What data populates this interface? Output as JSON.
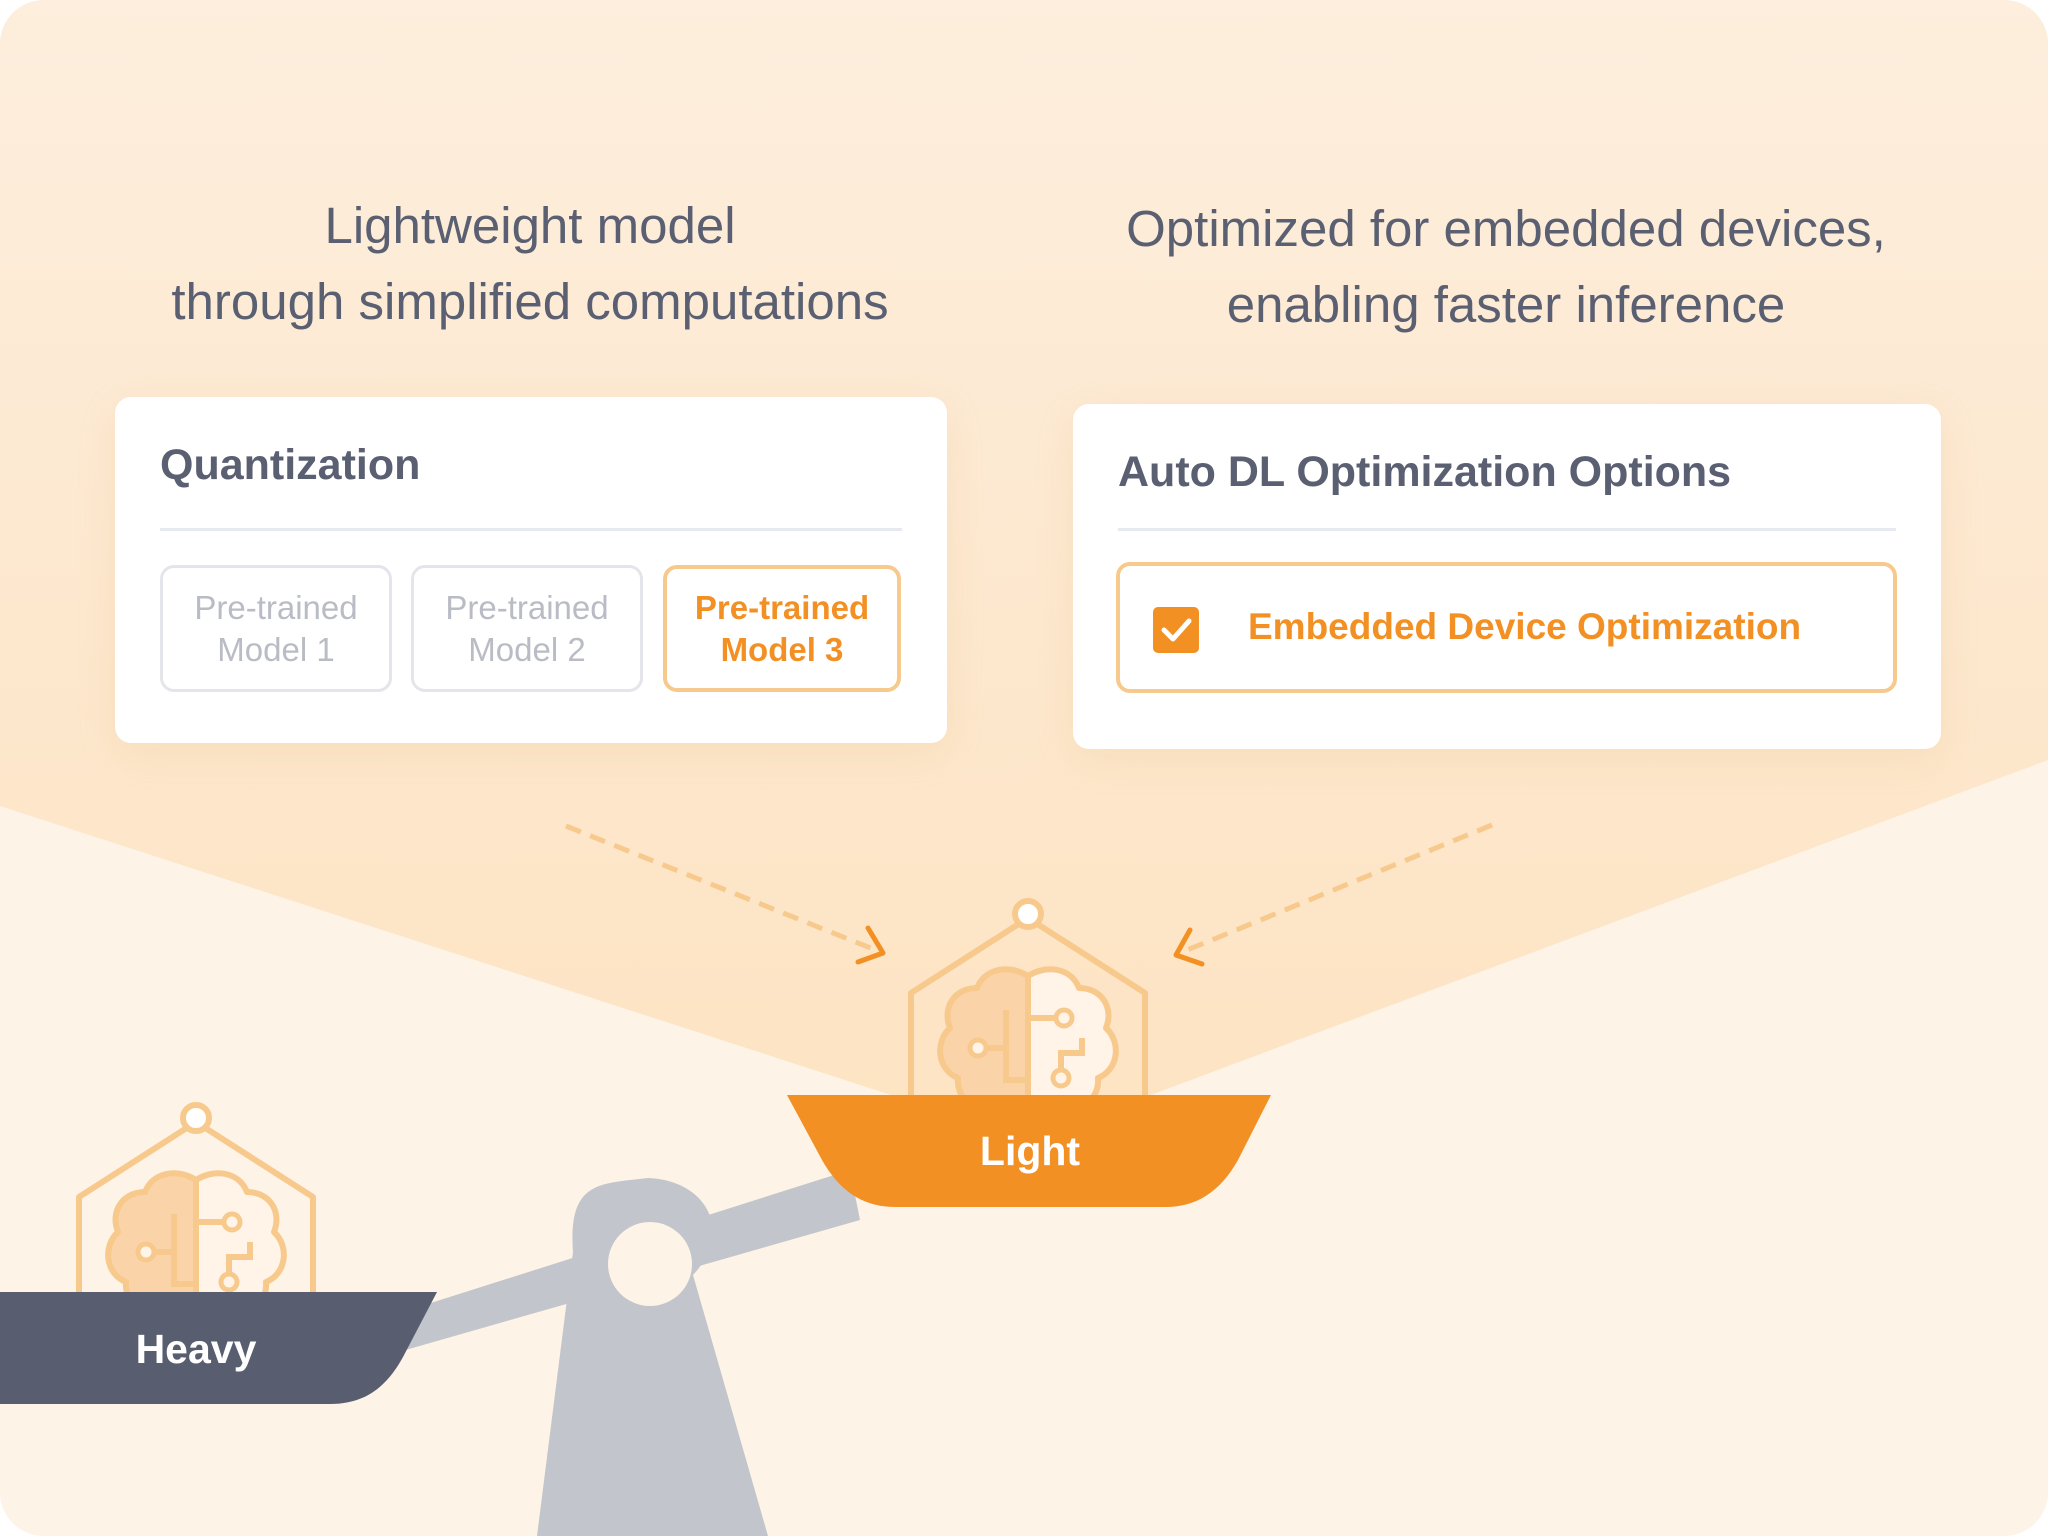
{
  "left_caption": {
    "line1": "Lightweight model",
    "line2": "through simplified computations"
  },
  "right_caption": {
    "line1": "Optimized for embedded devices,",
    "line2": "enabling faster inference"
  },
  "quantization_panel": {
    "title": "Quantization",
    "models": [
      {
        "line1": "Pre-trained",
        "line2": "Model 1",
        "selected": false
      },
      {
        "line1": "Pre-trained",
        "line2": "Model 2",
        "selected": false
      },
      {
        "line1": "Pre-trained",
        "line2": "Model 3",
        "selected": true
      }
    ]
  },
  "optimization_panel": {
    "title": "Auto DL Optimization Options",
    "option": {
      "label": "Embedded Device Optimization",
      "checked": true
    }
  },
  "scale": {
    "heavy_label": "Heavy",
    "light_label": "Light"
  },
  "colors": {
    "background": "#fdf3e6",
    "accent": "#f39024",
    "accent_light": "#f8c98c",
    "heavy_pan": "#585e6f",
    "beam": "#c2c5cc",
    "text": "#5a6072"
  },
  "icons": [
    "brain-chip-icon",
    "checkmark-icon",
    "dashed-arrow-icon"
  ]
}
